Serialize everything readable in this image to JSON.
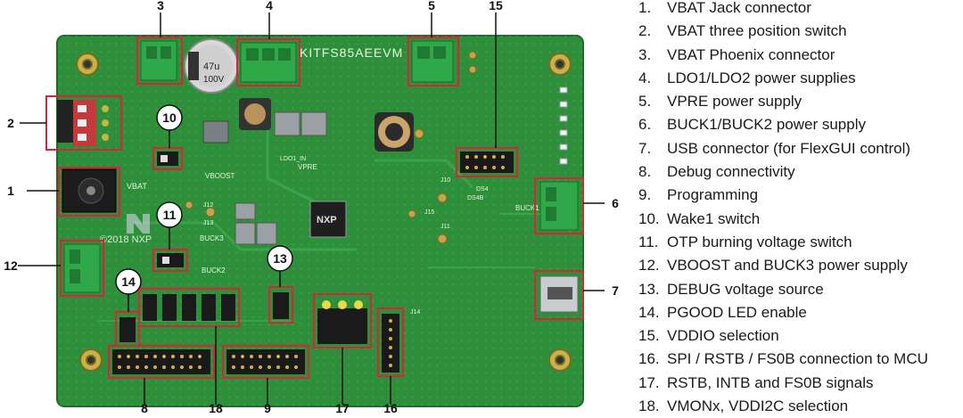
{
  "board": {
    "silkscreen_name": "KITFS85AEEVM",
    "year_mark": "©2018 NXP",
    "logo_text": "NXP",
    "silk_labels": [
      "VBAT",
      "VBOOST",
      "VPRE",
      "BUCK3",
      "BUCK2",
      "BUCK1",
      "LDO1_IN",
      "DS4",
      "DS4B",
      "J10",
      "J11",
      "J12",
      "J13",
      "J14",
      "J15"
    ],
    "capacitor_text": [
      "47u",
      "100V"
    ]
  },
  "callouts": [
    "1",
    "2",
    "3",
    "4",
    "5",
    "6",
    "7",
    "8",
    "9",
    "10",
    "11",
    "12",
    "13",
    "14",
    "15",
    "16",
    "17",
    "18"
  ],
  "legend": [
    {
      "num": "1.",
      "text": "VBAT Jack connector"
    },
    {
      "num": "2.",
      "text": "VBAT three position switch"
    },
    {
      "num": "3.",
      "text": "VBAT Phoenix connector"
    },
    {
      "num": "4.",
      "text": "LDO1/LDO2 power supplies"
    },
    {
      "num": "5.",
      "text": "VPRE power supply"
    },
    {
      "num": "6.",
      "text": "BUCK1/BUCK2 power supply"
    },
    {
      "num": "7.",
      "text": "USB connector (for FlexGUI control)"
    },
    {
      "num": "8.",
      "text": "Debug connectivity"
    },
    {
      "num": "9.",
      "text": "Programming"
    },
    {
      "num": "10.",
      "text": "Wake1 switch"
    },
    {
      "num": "11.",
      "text": "OTP burning voltage switch"
    },
    {
      "num": "12.",
      "text": "VBOOST and BUCK3 power supply"
    },
    {
      "num": "13.",
      "text": "DEBUG voltage source"
    },
    {
      "num": "14.",
      "text": "PGOOD LED enable"
    },
    {
      "num": "15.",
      "text": "VDDIO selection"
    },
    {
      "num": "16.",
      "text": "SPI / RSTB / FS0B connection to MCU"
    },
    {
      "num": "17.",
      "text": "RSTB, INTB and FS0B signals"
    },
    {
      "num": "18.",
      "text": "VMONx, VDDI2C selection"
    }
  ],
  "colors": {
    "pcb": "#2e8f3a",
    "pcb_dark": "#1f6a2a",
    "highlight": "#e0203a",
    "connector": "#2fa84a",
    "callout_text": "#111111"
  }
}
